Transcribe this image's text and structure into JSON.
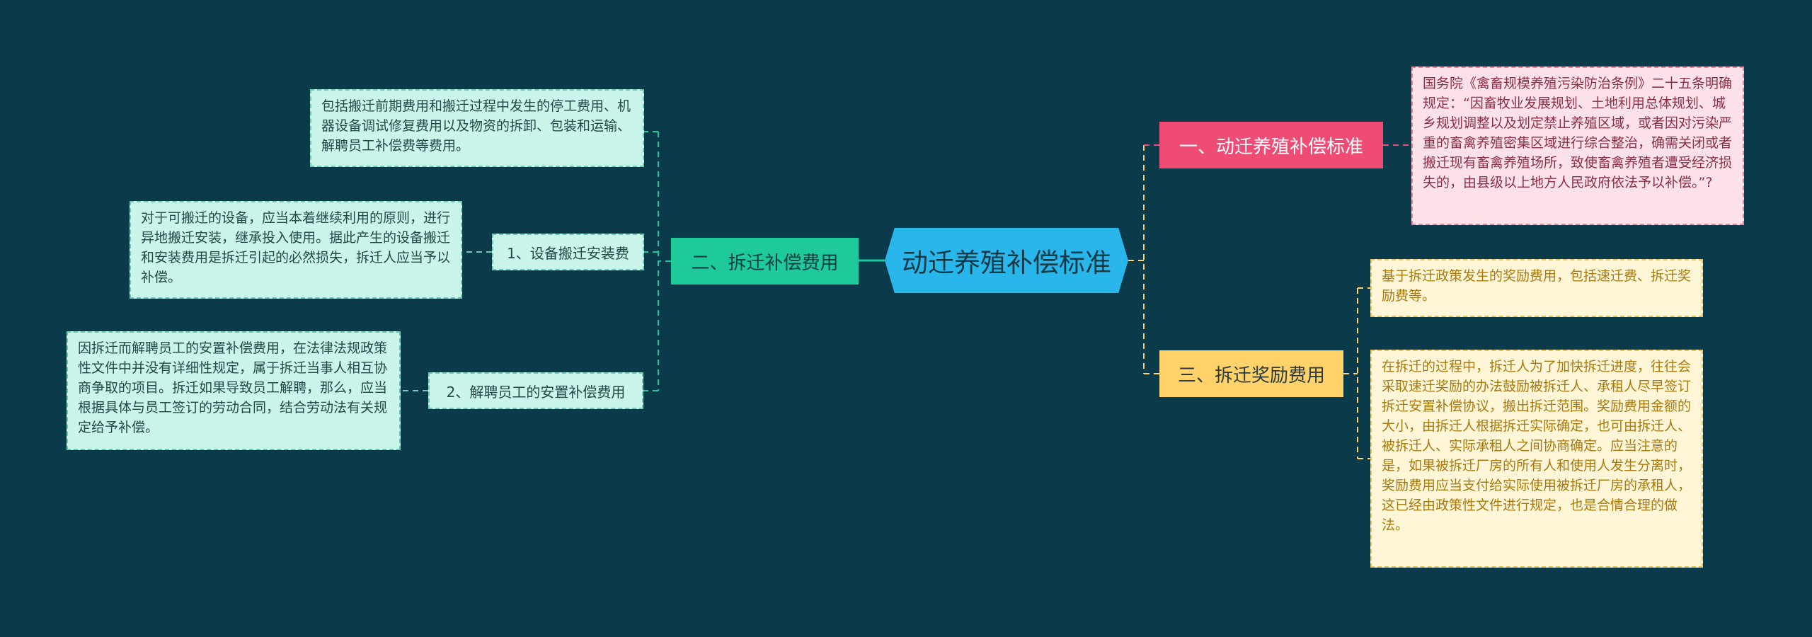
{
  "central": {
    "title": "动迁养殖补偿标准"
  },
  "branches": [
    {
      "label": "一、动迁养殖补偿标准",
      "color": "#ee4c75"
    },
    {
      "label": "二、拆迁补偿费用",
      "color": "#1ec99a"
    },
    {
      "label": "三、拆迁奖励费用",
      "color": "#ffd36a"
    }
  ],
  "subtopics": [
    {
      "label": "1、设备搬迁安装费"
    },
    {
      "label": "2、解聘员工的安置补偿费用"
    }
  ],
  "leaves": [
    {
      "text": "包括搬迁前期费用和搬迁过程中发生的停工费用、机器设备调试修复费用以及物资的拆卸、包装和运输、解聘员工补偿费等费用。"
    },
    {
      "text": "对于可搬迁的设备，应当本着继续利用的原则，进行异地搬迁安装，继承投入使用。据此产生的设备搬迁和安装费用是拆迁引起的必然损失，拆迁人应当予以补偿。"
    },
    {
      "text": "因拆迁而解聘员工的安置补偿费用，在法律法规政策性文件中并没有详细性规定，属于拆迁当事人相互协商争取的项目。拆迁如果导致员工解聘，那么，应当根据具体与员工签订的劳动合同，结合劳动法有关规定给予补偿。"
    },
    {
      "text": "国务院《禽畜规模养殖污染防治条例》二十五条明确规定：“因畜牧业发展规划、土地利用总体规划、城乡规划调整以及划定禁止养殖区域，或者因对污染严重的畜禽养殖密集区域进行综合整治，确需关闭或者搬迁现有畜禽养殖场所，致使畜禽养殖者遭受经济损失的，由县级以上地方人民政府依法予以补偿。”?"
    },
    {
      "text": "基于拆迁政策发生的奖励费用，包括速迁费、拆迁奖励费等。"
    },
    {
      "text": "在拆迁的过程中，拆迁人为了加快拆迁进度，往往会采取速迁奖励的办法鼓励被拆迁人、承租人尽早签订拆迁安置补偿协议，搬出拆迁范围。奖励费用金额的大小，由拆迁人根据拆迁实际确定，也可由拆迁人、被拆迁人、实际承租人之间协商确定。应当注意的是，如果被拆迁厂房的所有人和使用人发生分离时，奖励费用应当支付给实际使用被拆迁厂房的承租人，这已经由政策性文件进行规定，也是合情合理的做法。"
    }
  ]
}
